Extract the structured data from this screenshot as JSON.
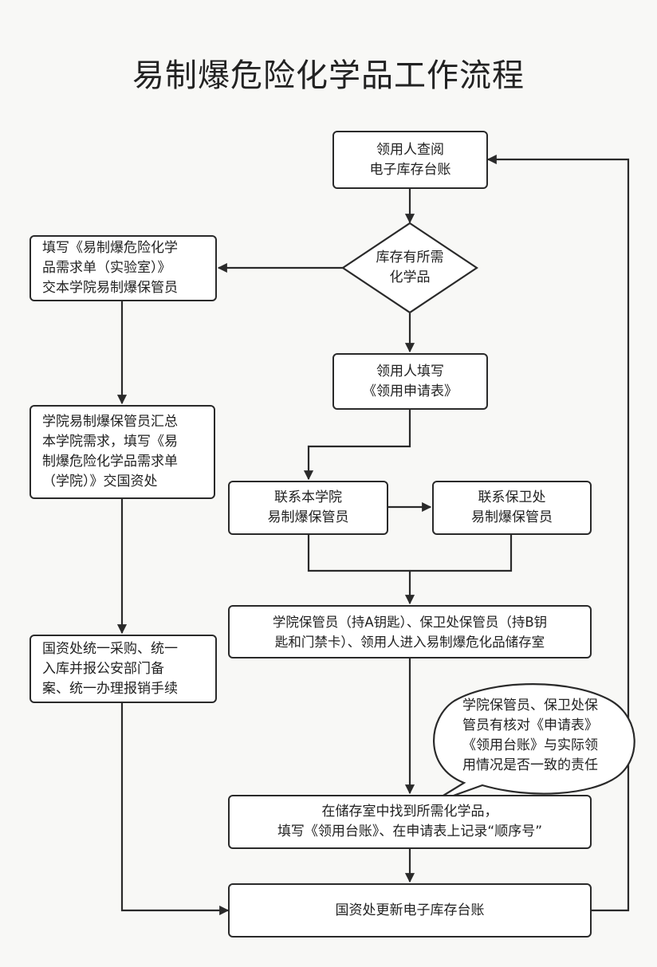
{
  "title": "易制爆危险化学品工作流程",
  "nodes": {
    "check_ledger": [
      "领用人查阅",
      "电子库存台账"
    ],
    "in_stock_decision": [
      "库存有所需",
      "化学品"
    ],
    "fill_demand_form": [
      "填写《易制爆危险化学",
      "品需求单（实验室）》",
      "交本学院易制爆保管员"
    ],
    "college_summary": [
      "学院易制爆保管员汇总",
      "本学院需求，填写《易",
      "制爆危险化学品需求单",
      "（学院）》交国资处"
    ],
    "unified_purchase": [
      "国资处统一采购、统一",
      "入库并报公安部门备",
      "案、统一办理报销手续"
    ],
    "fill_application": [
      "领用人填写",
      "《领用申请表》"
    ],
    "contact_college_keeper": [
      "联系本学院",
      "易制爆保管员"
    ],
    "contact_security_keeper": [
      "联系保卫处",
      "易制爆保管员"
    ],
    "enter_storage": [
      "学院保管员（持A钥匙）、保卫处保管员（持B钥",
      "匙和门禁卡）、领用人进入易制爆危化品储存室"
    ],
    "find_and_record": [
      "在储存室中找到所需化学品，",
      "填写《领用台账》、在申请表上记录“顺序号”"
    ],
    "update_ledger": [
      "国资处更新电子库存台账"
    ]
  },
  "callout": [
    "学院保管员、保卫处保",
    "管员有核对《申请表》",
    "《领用台账》与实际领",
    "用情况是否一致的责任"
  ]
}
